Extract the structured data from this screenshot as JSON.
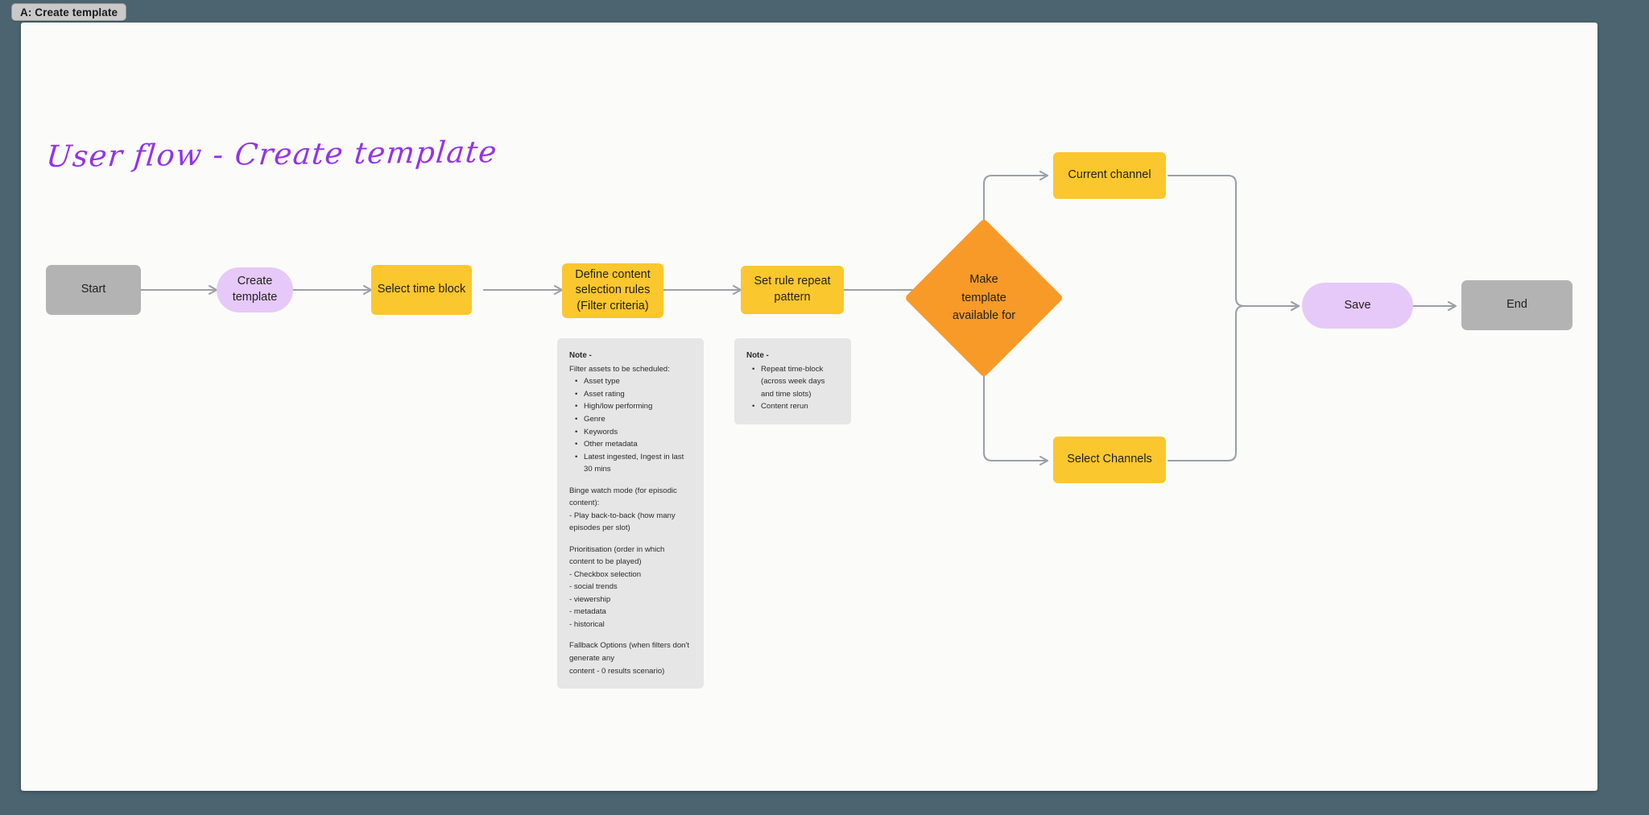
{
  "window": {
    "tab_label": "A: Create template",
    "background_color": "#4c646f",
    "canvas_color": "#fbfbfa"
  },
  "diagram": {
    "title": "User flow - Create template",
    "title_color": "#9333ea",
    "palette": {
      "terminator": "#b3b3b3",
      "pill": "#e6c9f8",
      "process": "#fbc72e",
      "decision": "#f89a28",
      "connector": "#9aa0a6",
      "note": "#e6e6e6"
    },
    "nodes": [
      {
        "id": "start",
        "label": "Start",
        "shape": "terminator"
      },
      {
        "id": "create-template",
        "label": "Create template",
        "shape": "pill"
      },
      {
        "id": "select-time-block",
        "label": "Select time block",
        "shape": "process"
      },
      {
        "id": "define-content",
        "label": "Define content selection rules (Filter criteria)",
        "shape": "process"
      },
      {
        "id": "set-rule-repeat",
        "label": "Set rule repeat pattern",
        "shape": "process"
      },
      {
        "id": "make-available",
        "label": "Make template available for",
        "shape": "decision"
      },
      {
        "id": "current-channel",
        "label": "Current channel",
        "shape": "process"
      },
      {
        "id": "select-channels",
        "label": "Select Channels",
        "shape": "process"
      },
      {
        "id": "save",
        "label": "Save",
        "shape": "pill"
      },
      {
        "id": "end",
        "label": "End",
        "shape": "terminator"
      }
    ],
    "node_labels": {
      "start": "Start",
      "create_template": "Create template",
      "select_time_block": "Select time block",
      "define_content_l1": "Define content",
      "define_content_l2": "selection rules",
      "define_content_l3": "(Filter criteria)",
      "set_rule_repeat": "Set rule repeat pattern",
      "make_available_l1": "Make",
      "make_available_l2": "template",
      "make_available_l3": "available for",
      "current_channel": "Current channel",
      "select_channels": "Select Channels",
      "save": "Save",
      "end": "End"
    },
    "notes": [
      {
        "id": "note-filter-criteria",
        "heading": "Note -",
        "intro": "Filter assets to be scheduled:",
        "bullets": [
          "Asset type",
          "Asset rating",
          "High/low performing",
          "Genre",
          "Keywords",
          "Other metadata",
          "Latest ingested, Ingest in last 30 mins"
        ],
        "blocks": [
          {
            "lines": [
              "Binge watch mode (for episodic content):",
              "- Play back-to-back (how many episodes per slot)"
            ]
          },
          {
            "lines": [
              "Prioritisation (order in which content to be played)",
              "- Checkbox selection",
              "- social trends",
              "- viewership",
              "- metadata",
              "- historical"
            ]
          },
          {
            "lines": [
              "Fallback Options (when filters don't generate any",
              "content - 0 results scenario)"
            ]
          }
        ]
      },
      {
        "id": "note-repeat-pattern",
        "heading": "Note -",
        "bullets": [
          "Repeat time-block (across week days and time slots)",
          "Content rerun"
        ]
      }
    ],
    "edges": [
      {
        "from": "start",
        "to": "create-template"
      },
      {
        "from": "create-template",
        "to": "select-time-block"
      },
      {
        "from": "select-time-block",
        "to": "define-content"
      },
      {
        "from": "define-content",
        "to": "set-rule-repeat"
      },
      {
        "from": "set-rule-repeat",
        "to": "make-available"
      },
      {
        "from": "make-available",
        "to": "current-channel"
      },
      {
        "from": "make-available",
        "to": "select-channels"
      },
      {
        "from": "current-channel",
        "to": "save"
      },
      {
        "from": "select-channels",
        "to": "save"
      },
      {
        "from": "save",
        "to": "end"
      }
    ]
  }
}
